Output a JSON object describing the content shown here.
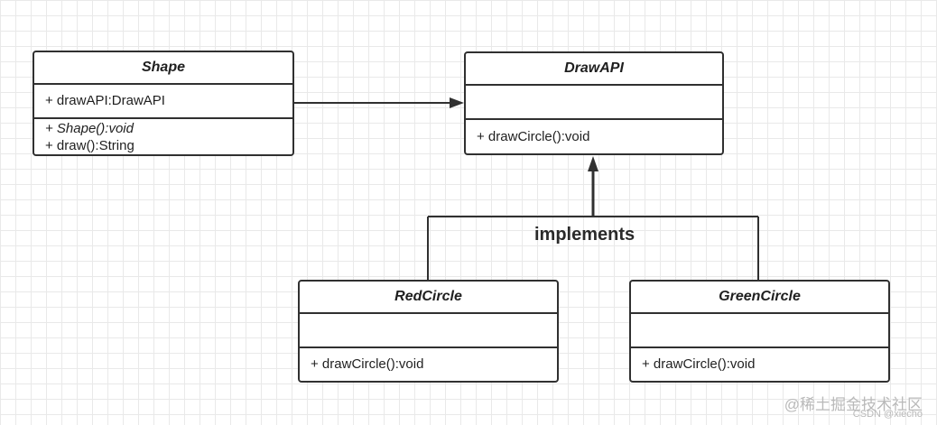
{
  "classes": {
    "shape": {
      "name": "Shape",
      "attributes": [
        "+ drawAPI:DrawAPI"
      ],
      "methods": [
        "+ Shape():void",
        "+ draw():String"
      ]
    },
    "draw_api": {
      "name": "DrawAPI",
      "attributes": [],
      "methods": [
        "+ drawCircle():void"
      ]
    },
    "red_circle": {
      "name": "RedCircle",
      "attributes": [],
      "methods": [
        "+ drawCircle():void"
      ]
    },
    "green_circle": {
      "name": "GreenCircle",
      "attributes": [],
      "methods": [
        "+ drawCircle():void"
      ]
    }
  },
  "relations": {
    "implements_label": "implements"
  },
  "watermark": {
    "site": "@稀土掘金技术社区",
    "author": "CSDN @xiecho"
  },
  "colors": {
    "line": "#303030",
    "grid": "#e9e9e9"
  }
}
